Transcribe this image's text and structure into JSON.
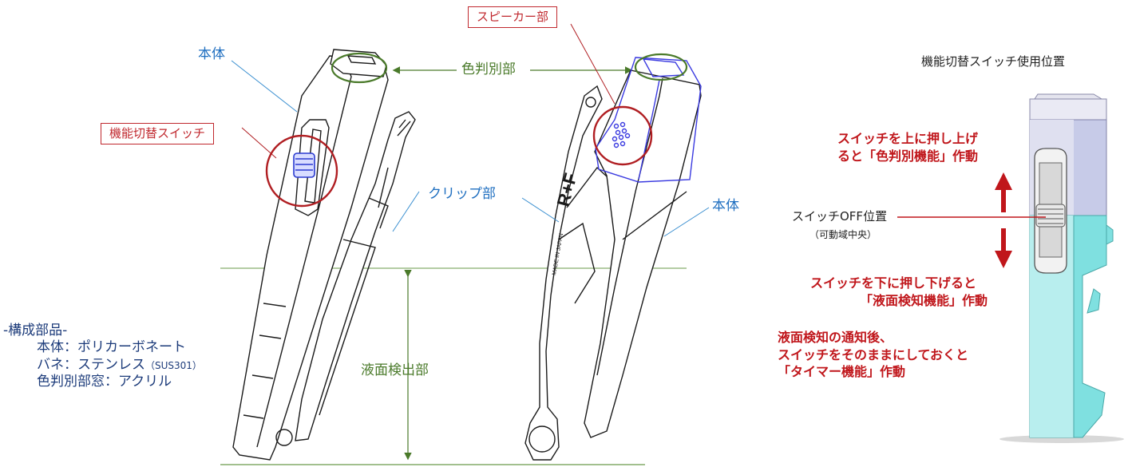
{
  "labels": {
    "body_left": "本体",
    "body_right": "本体",
    "speaker": "スピーカー部",
    "color_section": "色判別部",
    "switch": "機能切替スイッチ",
    "clip": "クリップ部",
    "liquid": "液面検出部",
    "switch_position_title": "機能切替スイッチ使用位置",
    "switch_off": "スイッチOFF位置",
    "switch_off_sub": "（可動域中央）",
    "up_action_1": "スイッチを上に押し上げ",
    "up_action_2": "ると「色判別機能」作動",
    "down_action_1": "スイッチを下に押し下げると",
    "down_action_2": "「液面検知機能」作動",
    "timer_1": "液面検知の通知後、",
    "timer_2": "スイッチをそのままにしておくと",
    "timer_3": "「タイマー機能」作動"
  },
  "components": {
    "heading": "-構成部品-",
    "item_body": "本体：ポリカーボネート",
    "item_spring_main": "バネ：ステンレス",
    "item_spring_grade": "（SUS301）",
    "item_window": "色判別部窓：アクリル"
  },
  "engraving": {
    "logo": "R+F",
    "made_in": "MADE IN JAPAN"
  },
  "colors": {
    "blue_label": "#1f6fc0",
    "green_label": "#4a7a2a",
    "red_accent": "#c0161b",
    "cyan_body": "#7fe0e0",
    "lavender_top": "#c7cbe8"
  }
}
